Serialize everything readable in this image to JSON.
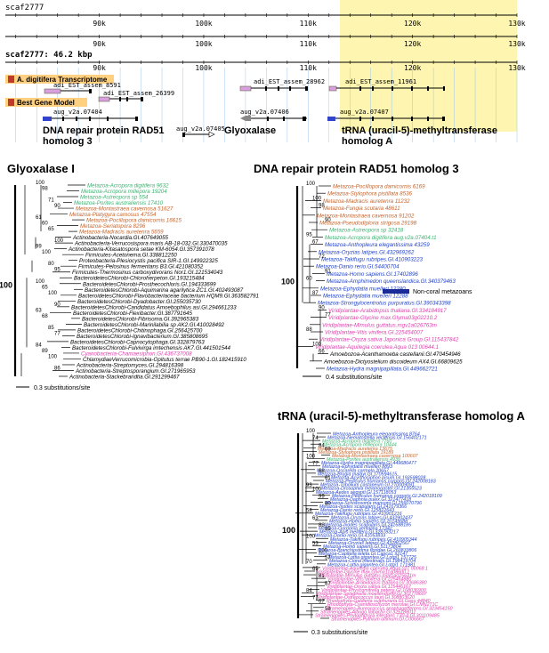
{
  "browser": {
    "scaffold_label": "scaf2777",
    "scaffold_size": "scaf2777: 46.2 kbp",
    "ruler_ticks": [
      "90k",
      "100k",
      "110k",
      "120k",
      "130k"
    ],
    "ruler_tick_kb": [
      90,
      100,
      110,
      120,
      130
    ],
    "track_transcriptome": "A. digitifera Transcriptome",
    "track_gene_model": "Best Gene Model",
    "est_features": [
      "adi_EST_assem_8591",
      "adi_EST_assem_26399",
      "adi_EST_assem_28962",
      "adi_EST_assem_11961"
    ],
    "gene_models": [
      "aug_v2a.07404",
      "aug_v2a.07405",
      "aug_v2a.07406",
      "aug_v2a.07407"
    ],
    "gene_names": [
      "DNA repair protein RAD51\nhomolog 3",
      "Glyoxalase",
      "tRNA (uracil-5)-methyltransferase\nhomolog A"
    ],
    "highlight_color": "#fdf5b0",
    "track_header_color": "#ffd080"
  },
  "panels": {
    "glyoxalase": {
      "title": "Glyoxalase I",
      "scale": "0.3 substitutions/site",
      "labels": [
        {
          "t": "Metazoa-Acropora digitifera 9632",
          "c": "#3cb371"
        },
        {
          "t": "Metazoa-Acropora millepora 19204",
          "c": "#3cb371"
        },
        {
          "t": "Metazoa-Astreopora sp 554",
          "c": "#3cb371"
        },
        {
          "t": "Metazoa-Porites australiensis 17410",
          "c": "#3cb371"
        },
        {
          "t": "Metazoa-Montastraea cavernosa 51627",
          "c": "#c8642a"
        },
        {
          "t": "Metazoa-Platygyra carnosus 47554",
          "c": "#c8642a"
        },
        {
          "t": "Metazoa-Pocillopora damicornis 16615",
          "c": "#c8642a"
        },
        {
          "t": "Metazoa-Seriatopora 8296",
          "c": "#c8642a"
        },
        {
          "t": "Metazoa-Madracis auretenra 5659",
          "c": "#c8642a"
        },
        {
          "t": "Actinobacteria-Nocardia.GI.407649055",
          "c": "#000"
        },
        {
          "t": "Actinobacteria-Verrucosispora maris AB-18-032.GI.330470035",
          "c": "#000"
        },
        {
          "t": "Actinobacteria-Kitasatospora setae KM-6054.GI.357391078",
          "c": "#000"
        },
        {
          "t": "Firmicutes-Acetonema.GI.338812250",
          "c": "#000"
        },
        {
          "t": "Proteobacteria-Plesiocystis pacifica SIR-1.GI.149922325",
          "c": "#000"
        },
        {
          "t": "Firmicutes-Pelosinus fermentans B3.GI.421080352",
          "c": "#000"
        },
        {
          "t": "Firmicutes-Thermosinus carboxydivorans Nor1.GI.121534043",
          "c": "#000"
        },
        {
          "t": "BacteroidetesChlorobi-Chloroherpeton.GI.193215484",
          "c": "#000"
        },
        {
          "t": "BacteroidetesChlorobi-Prosthecochloris.GI.194333699",
          "c": "#000"
        },
        {
          "t": "BacteroidetesChlorobi-Aquimarina agarilytica ZC1.GI.402493087",
          "c": "#000"
        },
        {
          "t": "BacteroidetesChlorobi-Flavobacteriaceae bacterium HQM9.GI.363582791",
          "c": "#000"
        },
        {
          "t": "BacteroidetesChlorobi-Dyadobacter.GI.255035730",
          "c": "#000"
        },
        {
          "t": "BacteroidetesChlorobi-Candidatus Amoebophilus asi.GI.294661233",
          "c": "#000"
        },
        {
          "t": "BacteroidetesChlorobi-Flexibacter.GI.387791645",
          "c": "#000"
        },
        {
          "t": "BacteroidetesChlorobi-Fibrisoma.GI.392965383",
          "c": "#000"
        },
        {
          "t": "BacteroidetesChlorobi-Marinilabilia sp AK2.GI.410028492",
          "c": "#000"
        },
        {
          "t": "BacteroidetesChlorobi-Chitinophaga.GI.256425700",
          "c": "#000"
        },
        {
          "t": "BacteroidetesChlorobi-Ignavibacterium.GI.385808695",
          "c": "#000"
        },
        {
          "t": "BacteroidetesChlorobi-Capnocytophaga.GI.332879763",
          "c": "#000"
        },
        {
          "t": "BacteroidetesChlorobi-Fulvivirga imtechensis AK7.GI.441501544",
          "c": "#000"
        },
        {
          "t": "Cyanobacteria-Chamaesiphon.GI.436737008",
          "c": "#e040b0"
        },
        {
          "t": "ChlamydiaeVerrucomicrobia-Opitutus terrae PB90-1.GI.182415910",
          "c": "#000"
        },
        {
          "t": "Actinobacteria-Streptomyces.GI.294816398",
          "c": "#000"
        },
        {
          "t": "Actinobacteria-Streptosporangium.GI.271965953",
          "c": "#000"
        },
        {
          "t": "Actinobacteria-Stackebrandtia.GI.291299467",
          "c": "#000"
        }
      ],
      "support": [
        "100",
        "98",
        "71",
        "90",
        "61",
        "60",
        "65",
        "100",
        "99",
        "100",
        "80",
        "95",
        "100",
        "65",
        "100",
        "90",
        "63",
        "68",
        "85",
        "77",
        "84",
        "89",
        "100",
        "86"
      ]
    },
    "rad51": {
      "title": "DNA repair protein RAD51 homolog 3",
      "scale": "0.4 substitutions/site",
      "noncoral": "Non-coral metazoans",
      "labels": [
        {
          "t": "Metazoa-Pocillopora damicornis 6169",
          "c": "#c8642a"
        },
        {
          "t": "Metazoa-Stylophora pistillata 8536",
          "c": "#c8642a"
        },
        {
          "t": "Metazoa-Madracis auretenra 11232",
          "c": "#c8642a"
        },
        {
          "t": "Metazoa-Fungia scutaria 48611",
          "c": "#c8642a"
        },
        {
          "t": "Metazoa-Montastraea cavernosa 91202",
          "c": "#c8642a"
        },
        {
          "t": "Metazoa-Pseudodiploria strigosa 29198",
          "c": "#c8642a"
        },
        {
          "t": "Metazoa-Astreopora sp 32418",
          "c": "#3cb371"
        },
        {
          "t": "Metazoa-Acropora digitifera aug.v2a.07404.t1",
          "c": "#3cb371"
        },
        {
          "t": "Metazoa-Anthopleura elegantissima 43259",
          "c": "#2244cc"
        },
        {
          "t": "Metazoa-Oryzias latipes.GI.432969262",
          "c": "#2244cc"
        },
        {
          "t": "Metazoa-Takifugu rubripes.GI.410903223",
          "c": "#2244cc"
        },
        {
          "t": "Metazoa-Danio rerio.GI.54400704",
          "c": "#2244cc"
        },
        {
          "t": "Metazoa-Homo sapiens.GI.17402896",
          "c": "#2244cc"
        },
        {
          "t": "Metazoa-Amphimedon queenslandica.GI.340379463",
          "c": "#2244cc"
        },
        {
          "t": "Metazoa-Ephydatia muelleri 12280",
          "c": "#2244cc"
        },
        {
          "t": "Metazoa-Ephydatia muelleri 12288",
          "c": "#2244cc"
        },
        {
          "t": "Metazoa-Strongylocentrotus purpuratus.GI.390343398",
          "c": "#2244cc"
        },
        {
          "t": "Viridiplantae-Arabidopsis thaliana.GI.334184917",
          "c": "#e040b0"
        },
        {
          "t": "Viridiplantae-Glycine max.Glyma03g02210.2",
          "c": "#e040b0"
        },
        {
          "t": "Viridiplantae-Mimulus guttatus.mgv1a026763m",
          "c": "#e040b0"
        },
        {
          "t": "Viridiplantae-Vitis vinifera.GI.225454007",
          "c": "#e040b0"
        },
        {
          "t": "Viridiplantae-Oryza sativa Japonica Group.GI.115437842",
          "c": "#e040b0"
        },
        {
          "t": "Viridiplantae-Aquilegia coerulea Aqua 013 00644.1",
          "c": "#e040b0"
        },
        {
          "t": "Amoebozoa-Acanthamoeba castellanii.GI.470454946",
          "c": "#000"
        },
        {
          "t": "Amoebozoa-Dictyostelium discoideum AX4.GI.66809625",
          "c": "#000"
        },
        {
          "t": "Metazoa-Hydra magnipapillata.GI.449662721",
          "c": "#2244cc"
        }
      ],
      "support": [
        "100",
        "100",
        "98",
        "90",
        "95",
        "67",
        "72",
        "91",
        "60",
        "87",
        "90",
        "77",
        "88",
        "100",
        "66"
      ]
    },
    "trna": {
      "title": "tRNA (uracil-5)-methyltransferase homolog A",
      "scale": "0.3 substitutions/site",
      "labels": [
        {
          "t": "Metazoa-Anthopleura elegantissima 8764",
          "c": "#2244cc"
        },
        {
          "t": "Metazoa-Nematostella vectensis.GI.156402171",
          "c": "#2244cc"
        },
        {
          "t": "Metazoa-Acropora digitifera 7760",
          "c": "#3cb371"
        },
        {
          "t": "Metazoa-Acropora millepora 10444",
          "c": "#3cb371"
        },
        {
          "t": "Metazoa-Madracis auretenra 13675",
          "c": "#c8642a"
        },
        {
          "t": "Metazoa-Stylophora pistillata 19189",
          "c": "#c8642a"
        },
        {
          "t": "Metazoa-Montastraea cavernosa 100607",
          "c": "#c8642a"
        },
        {
          "t": "Metazoa-Porites australiensis 4939",
          "c": "#3cb371"
        },
        {
          "t": "Metazoa-Hydra magnipapillata.GI.449686477",
          "c": "#2244cc"
        },
        {
          "t": "Metazoa-Ephydatia muelleri 8893",
          "c": "#2244cc"
        },
        {
          "t": "Metazoa-Oscarella carmela 20657",
          "c": "#2244cc"
        },
        {
          "t": "Metazoa-Brugia malayi.GI.170594615",
          "c": "#2244cc"
        },
        {
          "t": "Metazoa-Acyrthosiphon pisum.GI.193598028",
          "c": "#2244cc"
        },
        {
          "t": "Metazoa-Pediculus humanus corporis.GI.242008183",
          "c": "#2244cc"
        },
        {
          "t": "Metazoa-Tribolium castaneum.GI.270009091",
          "c": "#2244cc"
        },
        {
          "t": "Metazoa-Drosophila melanogaster.GI.21355523",
          "c": "#2244cc"
        },
        {
          "t": "Metazoa-Aedes aegypti.GI.157118053",
          "c": "#2244cc"
        },
        {
          "t": "Metazoa-Pediculus humanus corporis.GI.242018109",
          "c": "#2244cc"
        },
        {
          "t": "Metazoa-Daphnia pulex.GI.321477418",
          "c": "#2244cc"
        },
        {
          "t": "Metazoa-Schistosoma mansoni.GI.256070796",
          "c": "#2244cc"
        },
        {
          "t": "Metazoa-Ixodes scapularis.GI.241679366",
          "c": "#2244cc"
        },
        {
          "t": "Metazoa-Danio rerio.GI.125822643",
          "c": "#2244cc"
        },
        {
          "t": "Metazoa-Takifugu rubripes.GI.410901216",
          "c": "#2244cc"
        },
        {
          "t": "Metazoa-Oryzias latipes.GI.432902437",
          "c": "#2244cc"
        },
        {
          "t": "Metazoa-Homo sapiens.GI.20149688",
          "c": "#2244cc"
        },
        {
          "t": "Metazoa-Ixodes scapularis.GI.241688185",
          "c": "#2244cc"
        },
        {
          "t": "Metazoa-Gorgonia ventalina 17342",
          "c": "#2244cc"
        },
        {
          "t": "Metazoa-Apis mellifera.GI.328783217",
          "c": "#2244cc"
        },
        {
          "t": "Metazoa-Danio rerio.GI.41053833",
          "c": "#2244cc"
        },
        {
          "t": "Metazoa-Takifugu rubripes.GI.410905344",
          "c": "#2244cc"
        },
        {
          "t": "Metazoa-Oryzias latipes.GI.432862567",
          "c": "#2244cc"
        },
        {
          "t": "Metazoa-Homo sapiens.GI.51173804",
          "c": "#2244cc"
        },
        {
          "t": "Metazoa-Branchiostoma floridae.GI.260833806",
          "c": "#2244cc"
        },
        {
          "t": "Metazoa-Capitella teleta.GI.Capca1 92147",
          "c": "#2244cc"
        },
        {
          "t": "Metazoa-Lottia gigantea.GI.Lotgi1 157725",
          "c": "#2244cc"
        },
        {
          "t": "Metazoa-Ciona intestinalis.GI.198419704",
          "c": "#2244cc"
        },
        {
          "t": "Metazoa-Lottia gigantea.GI.Lotgi1 171981",
          "c": "#2244cc"
        },
        {
          "t": "Viridiplantae-Aquilegia coerulea Aqua 027 00068.1",
          "c": "#e040b0"
        },
        {
          "t": "Viridiplantae-Glycine max.Glyma11g08600.1",
          "c": "#e040b0"
        },
        {
          "t": "Viridiplantae-Mimulus guttatus.mgv1a025631m",
          "c": "#e040b0"
        },
        {
          "t": "Viridiplantae-Vitis vinifera.GI.225464880",
          "c": "#e040b0"
        },
        {
          "t": "Viridiplantae-Arabidopsis thaliana.GI.30686380",
          "c": "#e040b0"
        },
        {
          "t": "Viridiplantae-Oryza sativa.GI.115446167",
          "c": "#e040b0"
        },
        {
          "t": "Viridiplantae-Physcomitrella patens.GI.168036900",
          "c": "#e040b0"
        },
        {
          "t": "Viridiplantae-Selaginella moellendorffii.GI.302778607",
          "c": "#e040b0"
        },
        {
          "t": "Viridiplantae-Ostreococcus tauri.GI.308803620",
          "c": "#e040b0"
        },
        {
          "t": "Rhodophyta-Galdieria sulphuraria.GI.Gasu 44840",
          "c": "#e040b0"
        },
        {
          "t": "Rhodophyta-Cyanidioschyzon merolae.GI.CMN271C",
          "c": "#e040b0"
        },
        {
          "t": "Stramenopiles-Aureococcus anophagefferens.GI.323454150",
          "c": "#e040b0"
        },
        {
          "t": "Stramenopiles-Albugo laibachii.GI.325188011",
          "c": "#e040b0"
        },
        {
          "t": "Stramenopiles-Phytophthora infestans T30-4.GI.301109485",
          "c": "#e040b0"
        },
        {
          "t": "Stramenopiles-Pythium ultimum.GI.C006667",
          "c": "#e040b0"
        }
      ],
      "support": [
        "100",
        "74",
        "84",
        "69",
        "100",
        "77",
        "68",
        "61",
        "93",
        "100",
        "99",
        "80",
        "58",
        "63",
        "88",
        "85",
        "100",
        "53",
        "100",
        "57",
        "70",
        "65",
        "81",
        "87",
        "84",
        "77",
        "67",
        "58"
      ]
    }
  }
}
